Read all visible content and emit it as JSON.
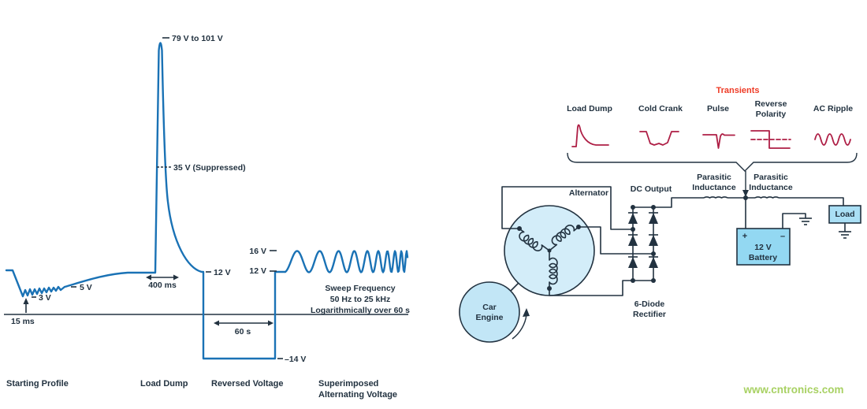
{
  "colors": {
    "waveform_blue": "#1a72b5",
    "ink_navy": "#223240",
    "transients_title_red": "#ee3b26",
    "transient_wave_red": "#ae1e45",
    "alternator_fill": "#d3edf9",
    "engine_fill": "#c2e6f6",
    "battery_fill": "#93d8f2",
    "load_fill": "#aadff5",
    "watermark_green": "#a8d163"
  },
  "waveform": {
    "peak_label": "79 V to 101 V",
    "suppressed_label": "35 V (Suppressed)",
    "v5": "5 V",
    "v3": "3 V",
    "t15ms": "15 ms",
    "t400ms": "400 ms",
    "v12_mid": "12 V",
    "t60s": "60 s",
    "v_neg14": "–14 V",
    "v16": "16 V",
    "v12_right": "12 V",
    "sweep_lines": [
      "Sweep Frequency",
      "50 Hz to 25 kHz",
      "Logarithmically over 60 s"
    ],
    "sections": [
      [
        "Starting Profile"
      ],
      [
        "Load Dump"
      ],
      [
        "Reversed Voltage"
      ],
      [
        "Superimposed",
        "Alternating Voltage"
      ]
    ]
  },
  "circuit": {
    "transients": {
      "title": "Transients",
      "items": [
        {
          "icon": "load-dump-wave-icon",
          "lines": [
            "Load Dump"
          ]
        },
        {
          "icon": "cold-crank-wave-icon",
          "lines": [
            "Cold Crank"
          ]
        },
        {
          "icon": "pulse-wave-icon",
          "lines": [
            "Pulse"
          ]
        },
        {
          "icon": "reverse-polarity-wave-icon",
          "lines": [
            "Reverse",
            "Polarity"
          ]
        },
        {
          "icon": "ac-ripple-wave-icon",
          "lines": [
            "AC Ripple"
          ]
        }
      ]
    },
    "alternator": "Alternator",
    "dc_output": "DC Output",
    "parasitic1_lines": [
      "Parasitic",
      "Inductance"
    ],
    "parasitic2_lines": [
      "Parasitic",
      "Inductance"
    ],
    "engine_lines": [
      "Car",
      "Engine"
    ],
    "rectifier_lines": [
      "6-Diode",
      "Rectifier"
    ],
    "battery": {
      "plus": "+",
      "minus": "–",
      "lines": [
        "12 V",
        "Battery"
      ]
    },
    "load": "Load"
  },
  "watermark": "www.cntronics.com"
}
